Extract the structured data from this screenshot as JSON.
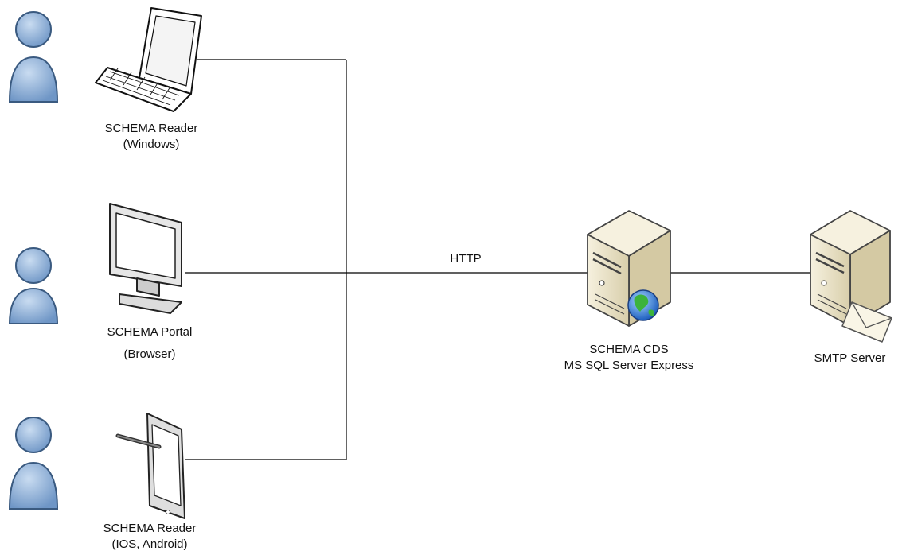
{
  "connection_label": "HTTP",
  "nodes": {
    "reader_windows": {
      "line1": "SCHEMA Reader",
      "line2": "(Windows)",
      "icon": "laptop-icon"
    },
    "portal_browser": {
      "line1": "SCHEMA Portal",
      "line2": "(Browser)",
      "icon": "monitor-icon"
    },
    "reader_mobile": {
      "line1": "SCHEMA Reader",
      "line2": "(IOS, Android)",
      "icon": "tablet-icon"
    },
    "cds_server": {
      "line1": "SCHEMA CDS",
      "line2": "MS SQL Server Express",
      "icon": "web-server-icon"
    },
    "smtp_server": {
      "line1": "SMTP Server",
      "icon": "mail-server-icon"
    }
  },
  "colors": {
    "user": "#8fb4de",
    "user_outline": "#3a5a80",
    "server": "#eae3c6",
    "line": "#000000"
  }
}
